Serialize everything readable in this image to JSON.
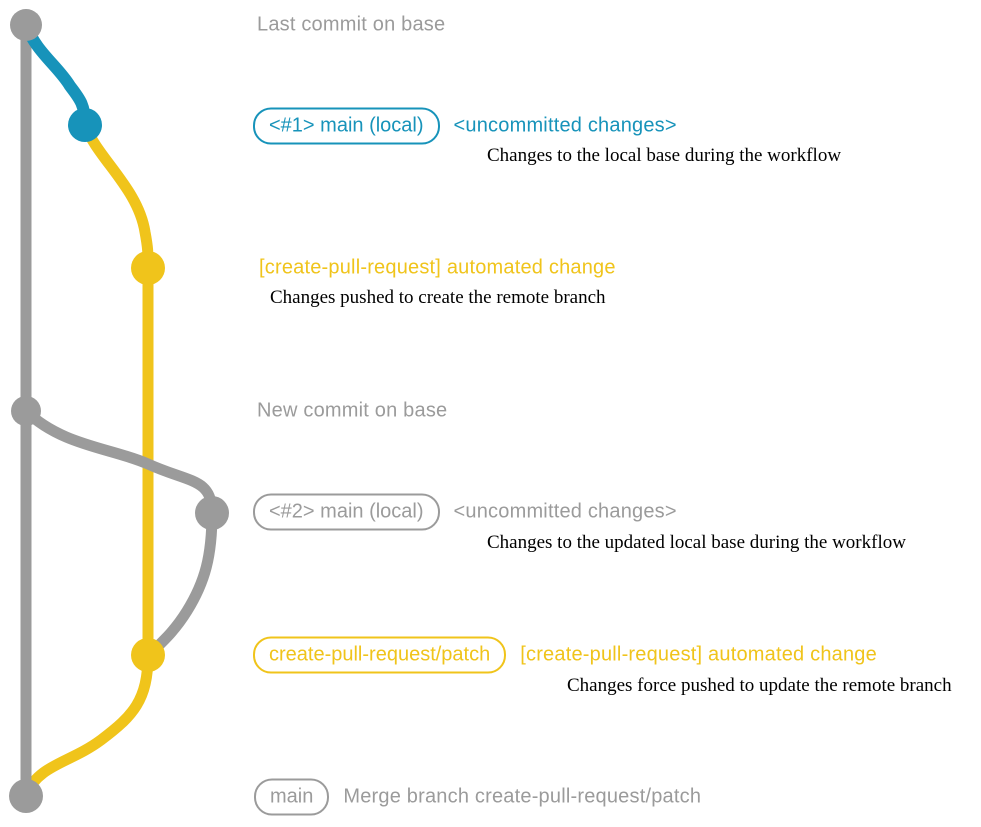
{
  "colors": {
    "background": "#FFFFFF",
    "gray": "#9B9B9B",
    "blue": "#1793BA",
    "yellow": "#F0C41B",
    "ink": "#000000"
  },
  "graph": {
    "branches": [
      {
        "name": "base",
        "color": "#9B9B9B"
      },
      {
        "name": "main (local)",
        "color": "#1793BA"
      },
      {
        "name": "create-pull-request/patch",
        "color": "#F0C41B"
      }
    ]
  },
  "rows": {
    "last_commit": {
      "title": "Last commit on base"
    },
    "uncommitted1": {
      "badge": "<#1> main (local)",
      "annotation": "<uncommitted changes>",
      "description": "Changes to the local base during the workflow"
    },
    "automated1": {
      "title": "[create-pull-request] automated change",
      "description": "Changes pushed to create the remote branch"
    },
    "new_commit": {
      "title": "New commit on base"
    },
    "uncommitted2": {
      "badge": "<#2> main (local)",
      "annotation": "<uncommitted changes>",
      "description": "Changes to the updated local base during the workflow"
    },
    "automated2": {
      "badge": "create-pull-request/patch",
      "title": "[create-pull-request] automated change",
      "description": "Changes force pushed to update the remote branch"
    },
    "merge": {
      "badge": "main",
      "title": "Merge branch create-pull-request/patch"
    }
  }
}
